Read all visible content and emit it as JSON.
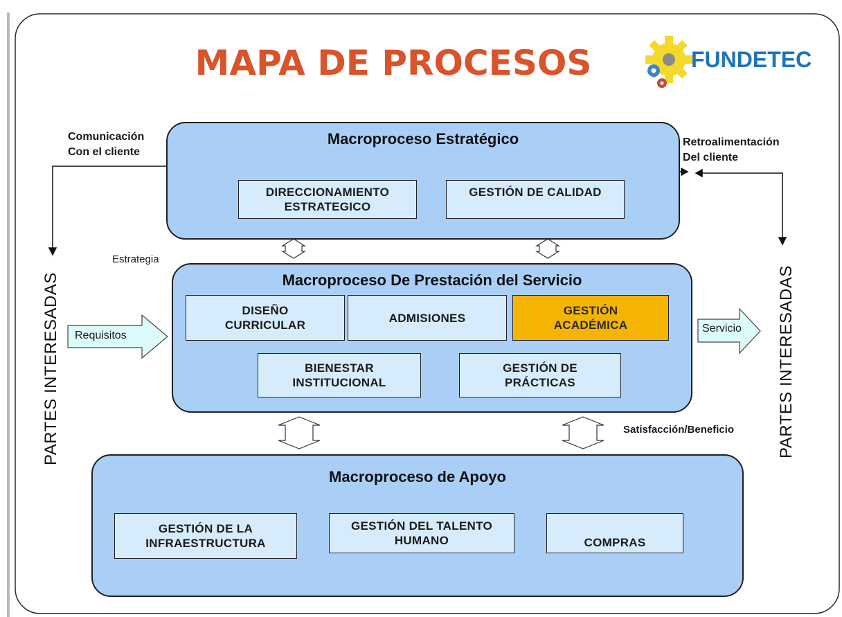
{
  "title": "MAPA DE PROCESOS",
  "brand": {
    "name": "FUNDETEC",
    "icon": "gears-logo-icon"
  },
  "side_labels": {
    "left": "PARTES INTERESADAS",
    "right": "PARTES INTERESADAS"
  },
  "annotations": {
    "comunicacion": "Comunicación\nCon el cliente",
    "retroalimentacion": "Retroalimentación\nDel cliente",
    "estrategia": "Estrategia",
    "satisfaccion": "Satisfacción/Beneficio",
    "requisitos": "Requisitos",
    "servicio": "Servicio"
  },
  "macro_estrategico": {
    "title": "Macroproceso Estratégico",
    "boxes": [
      "DIRECCIONAMIENTO\nESTRATEGICO",
      "GESTIÓN  DE CALIDAD"
    ]
  },
  "macro_prestacion": {
    "title": "Macroproceso De  Prestación del Servicio",
    "boxes": [
      "DISEÑO\nCURRICULAR",
      "ADMISIONES",
      "GESTIÓN\nACADÉMICA",
      "BIENESTAR\nINSTITUCIONAL",
      "GESTIÓN  DE\nPRÁCTICAS"
    ]
  },
  "macro_apoyo": {
    "title": "Macroproceso de Apoyo",
    "boxes": [
      "GESTIÓN  DE LA\nINFRAESTRUCTURA",
      "GESTIÓN  DEL TALENTO\nHUMANO",
      "COMPRAS"
    ]
  },
  "colors": {
    "title": "#d9532b",
    "brand": "#1c74bb",
    "macro_fill": "#a9cff7",
    "box_fill": "#d6ecfc",
    "highlight": "#f5b404",
    "arrow_fill": "#dcfbfb"
  }
}
